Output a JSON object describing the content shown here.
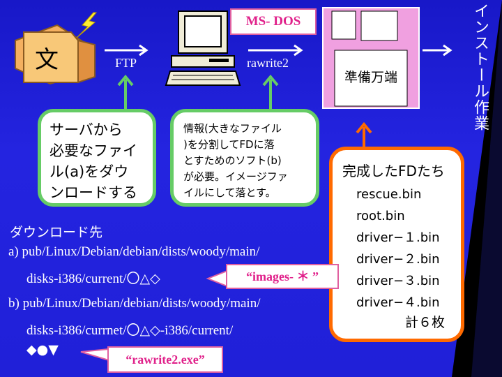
{
  "colors": {
    "background": "#2020d8",
    "bubble_border_green": "#66cc66",
    "callout_pink": "#e0208a",
    "fd_box_border_orange": "#ff6a00",
    "floppy_pink": "#f0a0e0"
  },
  "icons": {
    "document": "folder-document-icon",
    "computer": "computer-icon",
    "floppy": "floppy-disk-icon",
    "lightning": "lightning-icon"
  },
  "doc_icon_char": "文",
  "labels": {
    "ftp": "FTP",
    "msdos": "MS- DOS",
    "rawrite2": "rawrite2",
    "prep": "準備万端",
    "install": "インストール作業"
  },
  "bubbles": {
    "left_lines": [
      "サーバから",
      "必要なファイ",
      "ル(a)をダウ",
      "ンロードする"
    ],
    "middle_lines": [
      "情報(大きなファイル",
      ")を分割してFDに落",
      "とすためのソフト(b)",
      "が必要。イメージファ",
      "イルにして落とす。"
    ]
  },
  "fd": {
    "title": "完成したFDたち",
    "items": [
      "rescue.bin",
      "root.bin",
      "driver−１.bin",
      "driver−２.bin",
      "driver−３.bin",
      "driver−４.bin"
    ],
    "total": "計６枚"
  },
  "download": {
    "heading": "ダウンロード先",
    "a_line1": "a) pub/Linux/Debian/debian/dists/woody/main/",
    "a_line2": "disks-i386/current/〇△◇",
    "b_line1": "b) pub/Linux/Debian/debian/dists/woody/main/",
    "b_line2": "disks-i386/currnet/〇△◇-i386/current/",
    "b_line3": "◆●▼"
  },
  "callouts": {
    "images": "“images- ＊ ”",
    "rawrite": "“rawrite2.exe”"
  }
}
